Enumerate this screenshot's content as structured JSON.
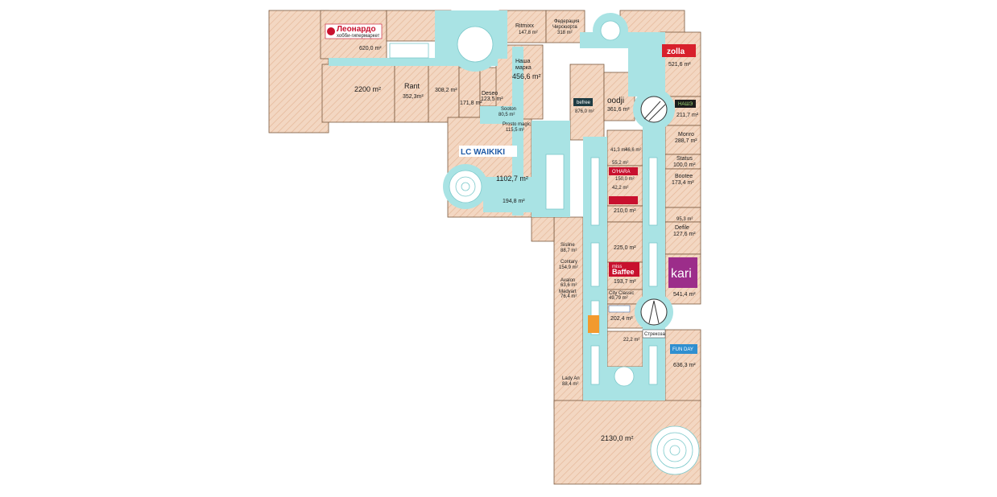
{
  "colors": {
    "store_fill": "#f3d7c2",
    "store_hatch": "#e5b899",
    "store_outline": "#7a5a40",
    "corridor": "#a9e3e4",
    "corridor_edge": "#7cc9cb",
    "skylight": "#ffffff",
    "brand_red": "#c8102e",
    "brand_blue": "#1f5aa6",
    "kari_purple": "#9c2d8a",
    "zolla_red": "#d8202c",
    "naedi_green": "#2d6a3a",
    "funday_blue": "#2f8fd0"
  },
  "stores": [
    {
      "id": "leonardo",
      "name": "Леонардо",
      "sub": "хобби-гипермаркет",
      "area": "620,0 m²"
    },
    {
      "id": "big-west",
      "name": "",
      "area": "2200 m²"
    },
    {
      "id": "rant",
      "name": "Rant",
      "area": "352,3m²"
    },
    {
      "id": "s-308",
      "name": "",
      "area": "308,2 m²"
    },
    {
      "id": "s-171",
      "name": "",
      "area": "171,8 m²"
    },
    {
      "id": "deseo",
      "name": "Deseo",
      "area": "123,5 m²"
    },
    {
      "id": "sooton",
      "name": "Sooton",
      "area": "80,5 m²"
    },
    {
      "id": "prosto-magic",
      "name": "Prosto magic",
      "area": "115,5 m²"
    },
    {
      "id": "lcwaikiki",
      "name": "LC WAIKIKI",
      "area": "1102,7 m²"
    },
    {
      "id": "s-194",
      "name": "",
      "area": "194,8 m²"
    },
    {
      "id": "ritmixx",
      "name": "Ritmixx",
      "area": "147,8 m²"
    },
    {
      "id": "federacia",
      "name": "Федерация",
      "sub": "Чирсюорта",
      "area": "318 m²"
    },
    {
      "id": "nasha-marka",
      "name": "Наша",
      "sub": "марка",
      "area": "456,6 m²"
    },
    {
      "id": "befree",
      "name": "befree",
      "area": "876,0 m²"
    },
    {
      "id": "oodji",
      "name": "oodji",
      "area": "361,6 m²"
    },
    {
      "id": "zolla",
      "name": "zolla",
      "area": "521,6 m²"
    },
    {
      "id": "naedi",
      "name": "НАШЭ",
      "area": "211,7 m²"
    },
    {
      "id": "monro",
      "name": "Monro",
      "area": "288,7 m²"
    },
    {
      "id": "status",
      "name": "Status",
      "area": "100,0 m²"
    },
    {
      "id": "bootee",
      "name": "Bootee",
      "area": "173,4 m²"
    },
    {
      "id": "s-95",
      "name": "",
      "area": "95,3 m²"
    },
    {
      "id": "defile",
      "name": "Defile",
      "area": "127,6 m²"
    },
    {
      "id": "kari",
      "name": "kari",
      "area": "541,4 m²"
    },
    {
      "id": "funday",
      "name": "FUN DAY",
      "area": "636,3 m²"
    },
    {
      "id": "ohara",
      "name": "O'HARA",
      "area": "150,0 m²"
    },
    {
      "id": "s-42",
      "name": "",
      "area": "42,2 m²"
    },
    {
      "id": "s-210",
      "name": "",
      "area": "210,0 m²"
    },
    {
      "id": "s-225",
      "name": "",
      "area": "225,0 m²"
    },
    {
      "id": "miss-baffee",
      "name": "Baffee",
      "sub": "miss",
      "area": "193,7 m²"
    },
    {
      "id": "city-classic",
      "name": "City Classic",
      "area": "49,79 m²"
    },
    {
      "id": "s-202",
      "name": "",
      "area": "202,4 m²"
    },
    {
      "id": "sisline",
      "name": "Sisline",
      "area": "88,7 m²"
    },
    {
      "id": "contary",
      "name": "Contary",
      "area": "154,9 m²"
    },
    {
      "id": "avalon",
      "name": "Avalon",
      "area": "63,6 m²"
    },
    {
      "id": "madyart",
      "name": "Madyart",
      "area": "76,4 m²"
    },
    {
      "id": "lady-an",
      "name": "Lady An",
      "area": "88,4 m²"
    },
    {
      "id": "s-41",
      "name": "",
      "area": "41,3 m²"
    },
    {
      "id": "s-46",
      "name": "",
      "area": "46,6 m²"
    },
    {
      "id": "s-55",
      "name": "",
      "area": "55,2 m²"
    },
    {
      "id": "s-2130",
      "name": "",
      "area": "2130,0 m²"
    },
    {
      "id": "strekoza",
      "name": "Стрекоза",
      "area": ""
    },
    {
      "id": "s-22",
      "name": "",
      "area": "22,2 m²"
    }
  ]
}
